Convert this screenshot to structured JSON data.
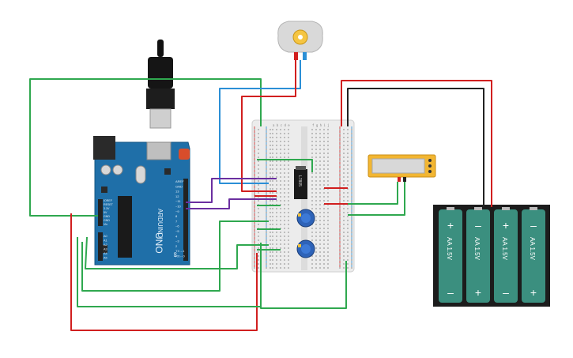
{
  "arduino": {
    "brand": "ARDUINO",
    "model": "UNO",
    "header_labels": [
      "AREF",
      "GND",
      "13",
      "12",
      "~11",
      "~10",
      "~9",
      "8",
      "7",
      "~6",
      "~5",
      "4",
      "~3",
      "2",
      "TX→1",
      "RX←0"
    ],
    "power_labels": [
      "IOREF",
      "RESET",
      "3.3V",
      "5V",
      "GND",
      "GND",
      "Vin"
    ],
    "analog_labels": [
      "A0",
      "A1",
      "A2",
      "A3",
      "A4",
      "A5"
    ]
  },
  "regulator": {
    "label": "L7805"
  },
  "lcd": {
    "label": ""
  },
  "battery_pack": {
    "cells": [
      {
        "label": "AA 1.5V",
        "top": "+",
        "bottom": "–"
      },
      {
        "label": "AA 1.5V",
        "top": "–",
        "bottom": "+"
      },
      {
        "label": "AA 1.5V",
        "top": "+",
        "bottom": "–"
      },
      {
        "label": "AA 1.5V",
        "top": "–",
        "bottom": "+"
      }
    ]
  },
  "breadboard": {
    "col_letters_left": "a b c d e",
    "col_letters_right": "f g h i j"
  },
  "colors": {
    "wire_green": "#2fa84f",
    "wire_red": "#d11f1f",
    "wire_blue": "#2b8fd6",
    "wire_black": "#222222",
    "wire_purple": "#6b2fa0",
    "board_blue": "#1f6fa8",
    "battery_teal": "#3b8f7f",
    "lcd_yellow": "#f2b632"
  }
}
